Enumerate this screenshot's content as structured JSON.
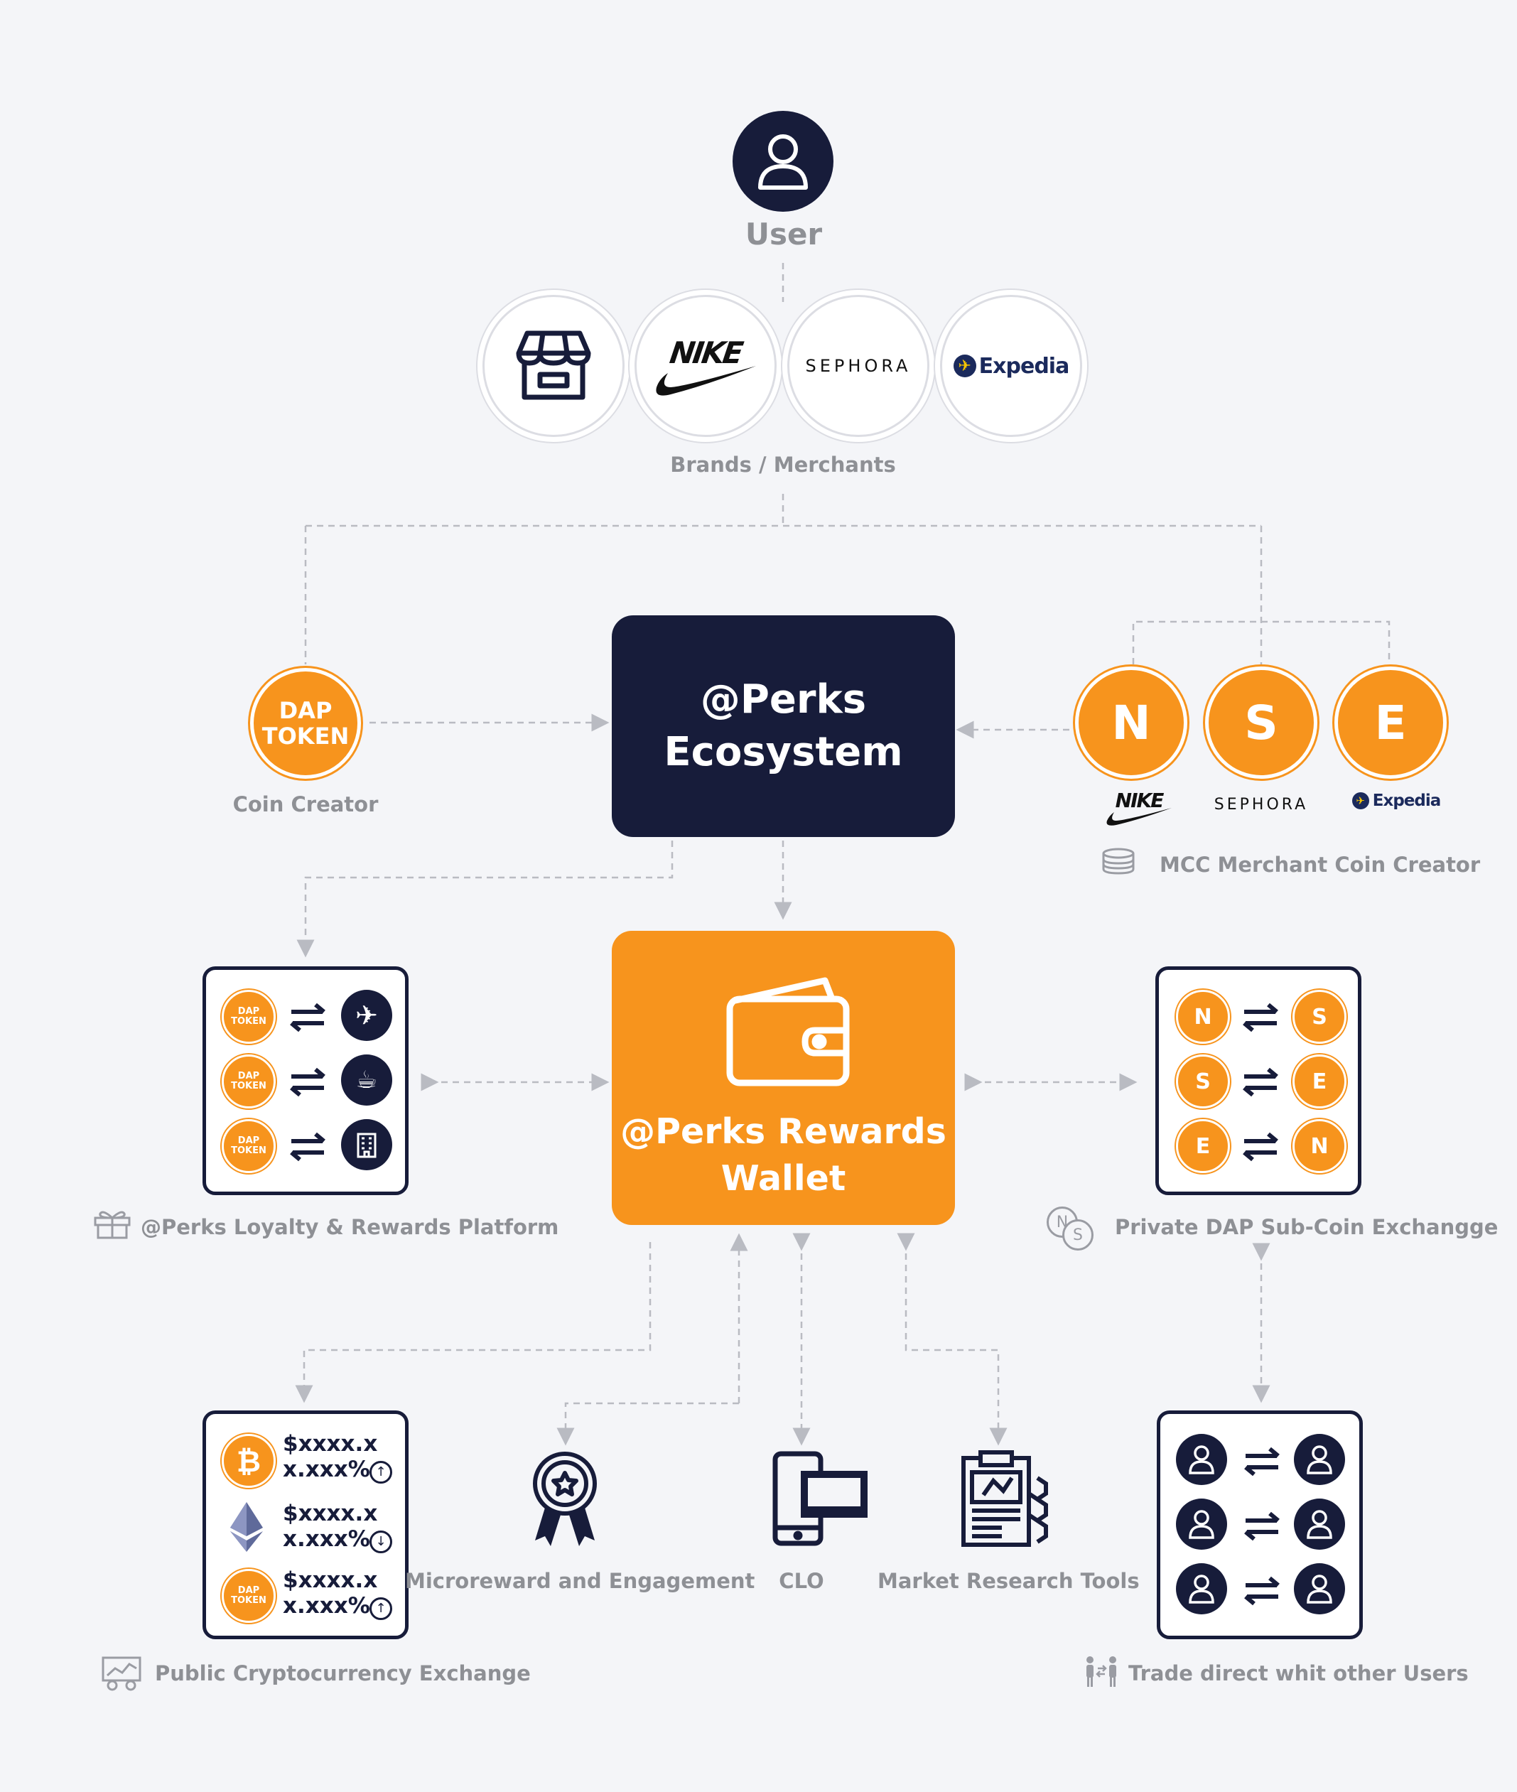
{
  "user": {
    "label": "User"
  },
  "brands": {
    "label": "Brands / Merchants",
    "logos": {
      "nike": "NIKE",
      "sephora": "SEPHORA",
      "expedia": "Expedia"
    }
  },
  "coin_creator": {
    "token_line1": "DAP",
    "token_line2": "TOKEN",
    "label": "Coin Creator"
  },
  "ecosystem": {
    "line1": "@Perks",
    "line2": "Ecosystem"
  },
  "merchant_coins": {
    "coins": [
      "N",
      "S",
      "E"
    ],
    "brand_names": [
      "NIKE",
      "SEPHORA",
      "Expedia"
    ],
    "label": "MCC Merchant Coin Creator"
  },
  "wallet": {
    "line1": "@Perks Rewards",
    "line2": "Wallet"
  },
  "loyalty": {
    "label": "@Perks Loyalty & Rewards Platform",
    "token_line1": "DAP",
    "token_line2": "TOKEN"
  },
  "subcoin": {
    "label": "Private DAP Sub-Coin Exchangge",
    "pairs": [
      [
        "N",
        "S"
      ],
      [
        "S",
        "E"
      ],
      [
        "E",
        "N"
      ]
    ],
    "icon_letters": [
      "N",
      "S"
    ]
  },
  "crypto": {
    "label": "Public Cryptocurrency Exchange",
    "rows": [
      {
        "price": "$xxxx.x",
        "pct": "x.xxx%",
        "direction": "up",
        "icon": "bitcoin-icon"
      },
      {
        "price": "$xxxx.x",
        "pct": "x.xxx%",
        "direction": "down",
        "icon": "ethereum-icon"
      },
      {
        "price": "$xxxx.x",
        "pct": "x.xxx%",
        "direction": "up",
        "icon": "dap-token-icon"
      }
    ]
  },
  "tools": {
    "microreward": "Microreward and Engagement",
    "clo": "CLO",
    "market": "Market Research Tools"
  },
  "trade": {
    "label": "Trade direct whit other Users"
  },
  "colors": {
    "navy": "#171c3a",
    "orange": "#f7941d",
    "gray": "#8e9095",
    "line": "#b9bbc2"
  }
}
